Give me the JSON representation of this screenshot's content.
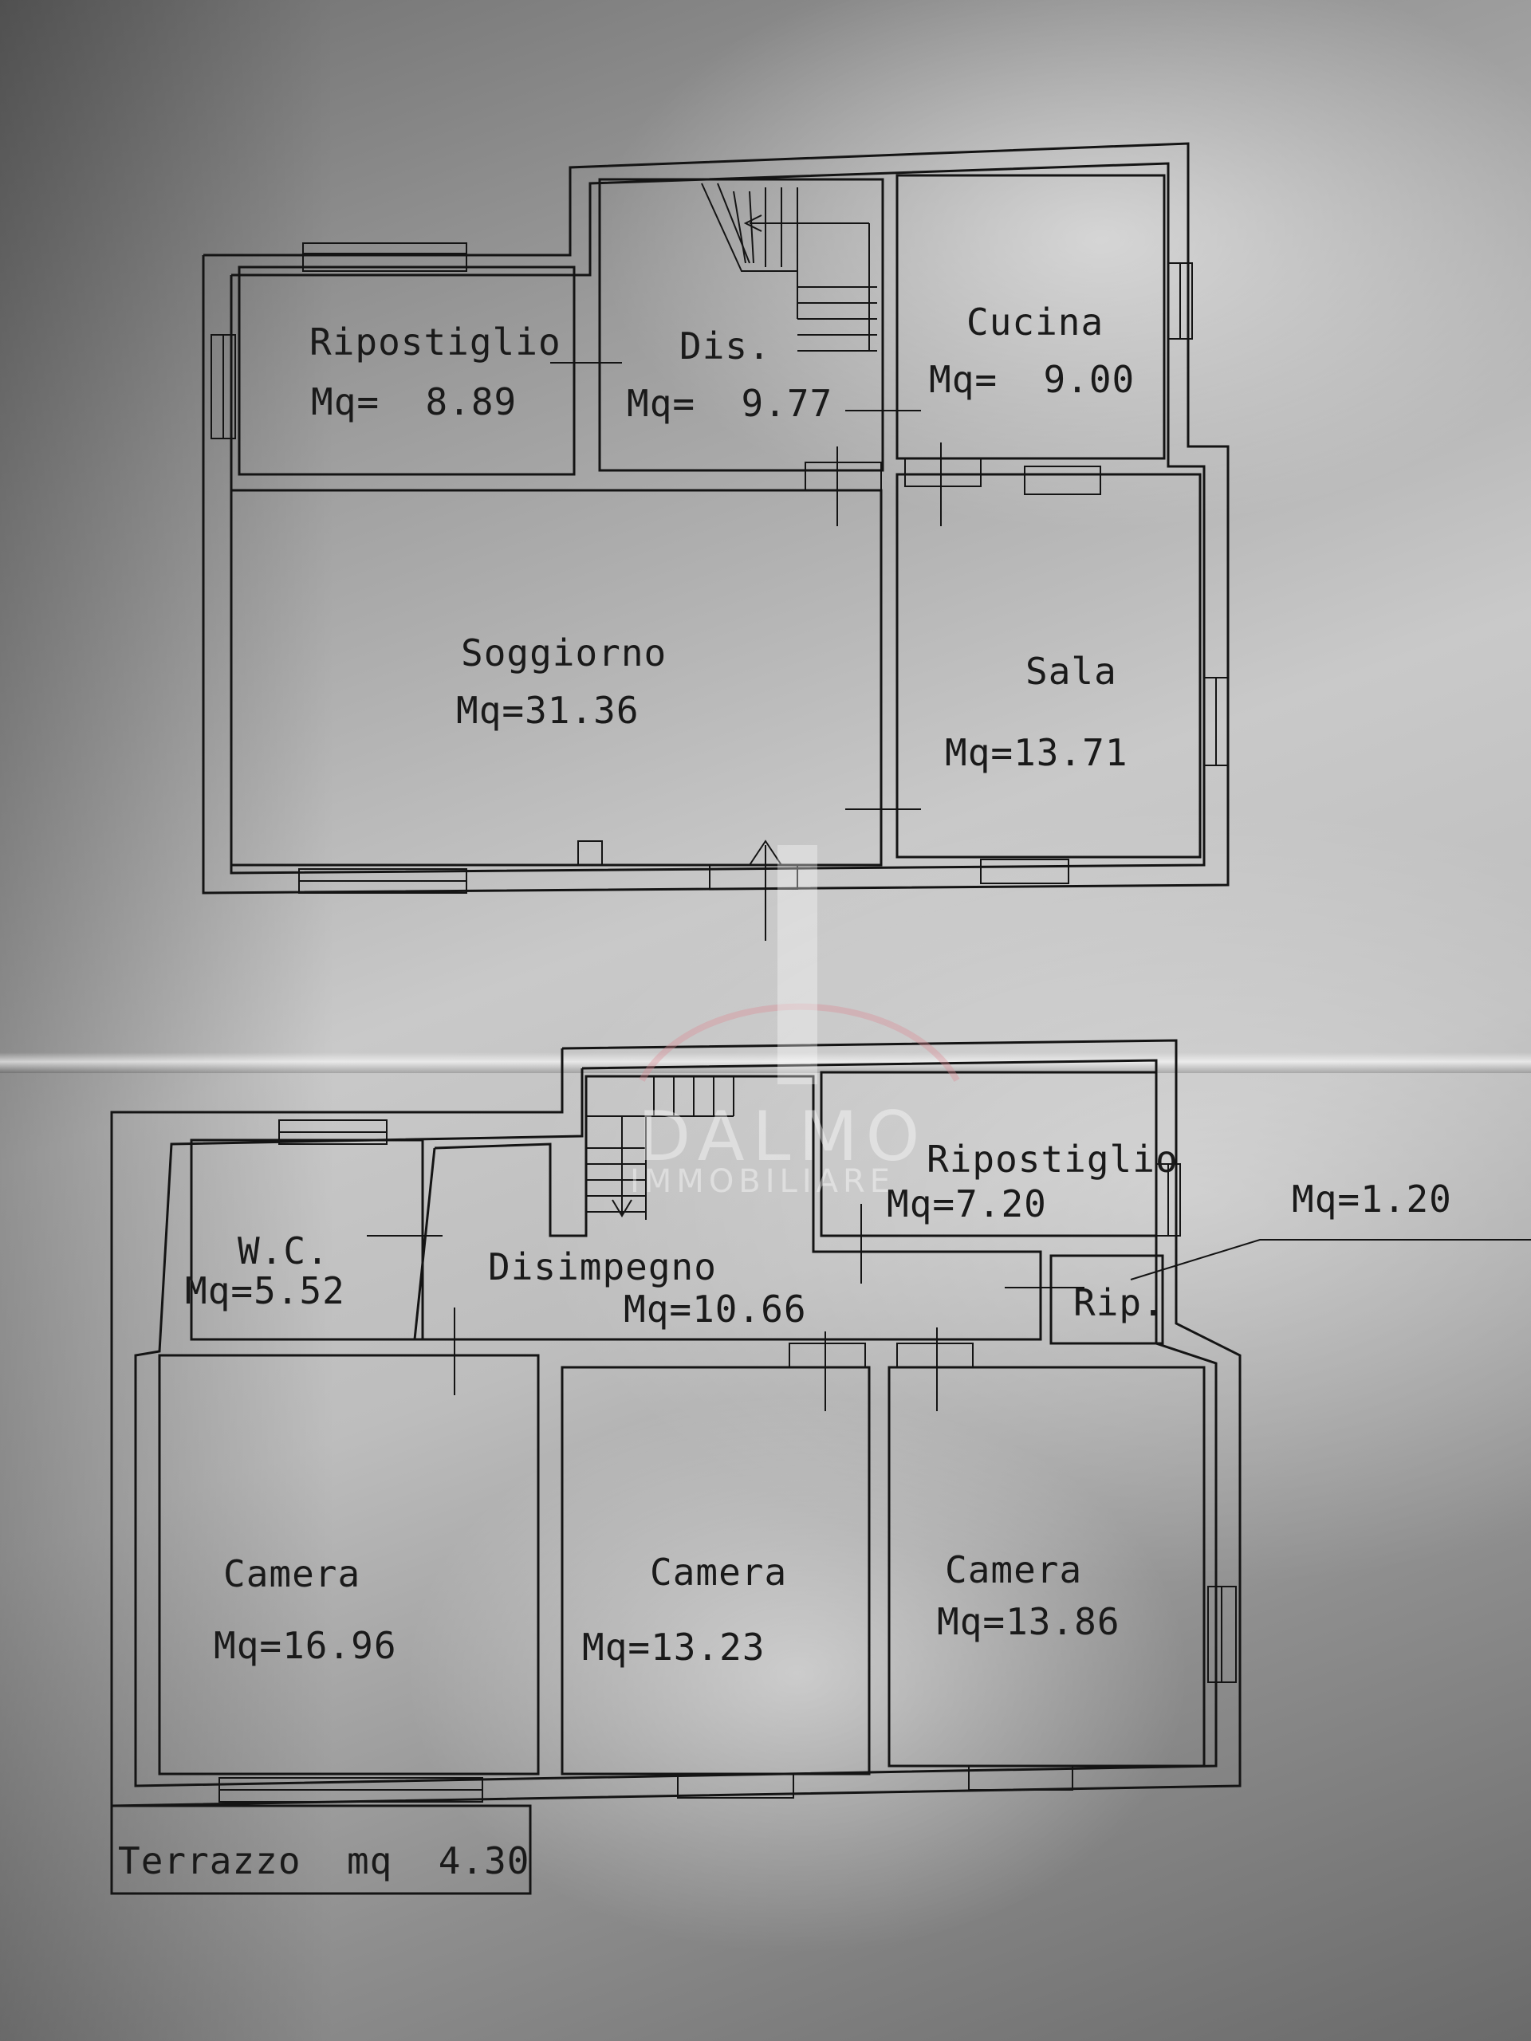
{
  "floor_upper": {
    "rooms": [
      {
        "name": "Ripostiglio",
        "area": "Mq=  8.89"
      },
      {
        "name": "Dis.",
        "area": "Mq=  9.77"
      },
      {
        "name": "Cucina",
        "area": "Mq=  9.00"
      },
      {
        "name": "Soggiorno",
        "area": "Mq=31.36"
      },
      {
        "name": "Sala",
        "area": "Mq=13.71"
      }
    ]
  },
  "floor_lower": {
    "rooms": [
      {
        "name": "W.C.",
        "area": "Mq=5.52"
      },
      {
        "name": "Disimpegno",
        "area": "Mq=10.66"
      },
      {
        "name": "Ripostiglio",
        "area": "Mq=7.20"
      },
      {
        "name": "Rip.",
        "area": "Mq=1.20"
      },
      {
        "name": "Camera",
        "area": "Mq=16.96"
      },
      {
        "name": "Camera",
        "area": "Mq=13.23"
      },
      {
        "name": "Camera",
        "area": "Mq=13.86"
      }
    ],
    "terrace": "Terrazzo  mq  4.30"
  },
  "watermark": {
    "brand": "DALMO",
    "sub": "IMMOBILIARE"
  }
}
